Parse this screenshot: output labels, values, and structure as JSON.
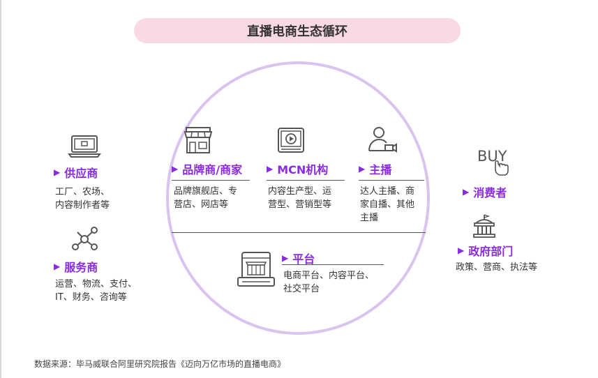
{
  "title": "直播电商生态循环",
  "nodes": {
    "supplier": {
      "label": "供应商",
      "desc_lines": [
        "工厂、农场、",
        "内容制作者等"
      ]
    },
    "service": {
      "label": "服务商",
      "desc_lines": [
        "运营、物流、支付、",
        "IT、财务、咨询等"
      ]
    },
    "brand": {
      "label": "品牌商/商家",
      "desc_lines": [
        "品牌旗舰店、专",
        "营店、网店等"
      ]
    },
    "mcn": {
      "label": "MCN机构",
      "desc_lines": [
        "内容生产型、运",
        "营型、营销型等"
      ]
    },
    "anchor": {
      "label": "主播",
      "desc_lines": [
        "达人主播、商",
        "家自播、其他",
        "主播"
      ]
    },
    "platform": {
      "label": "平台",
      "desc_lines": [
        "电商平台、内容平台、",
        "社交平台"
      ]
    },
    "consumer": {
      "label": "消费者"
    },
    "government": {
      "label": "政府部门",
      "desc_lines": [
        "政策、营商、执法等"
      ]
    }
  },
  "icons": {
    "supplier": "laptop-icon",
    "service": "network-icon",
    "brand": "storefront-icon",
    "mcn": "video-player-icon",
    "anchor": "streamer-camera-icon",
    "platform": "shopping-web-icon",
    "consumer": "buy-click-icon",
    "government": "government-building-icon"
  },
  "icon_text": {
    "buy": "BUY"
  },
  "source": "数据来源：毕马威联合阿里研究院报告《迈向万亿市场的直播电商》",
  "colors": {
    "accent": "#8a2be2",
    "title_bg": "#f9d9e2",
    "circle": "#d8c4ef"
  }
}
